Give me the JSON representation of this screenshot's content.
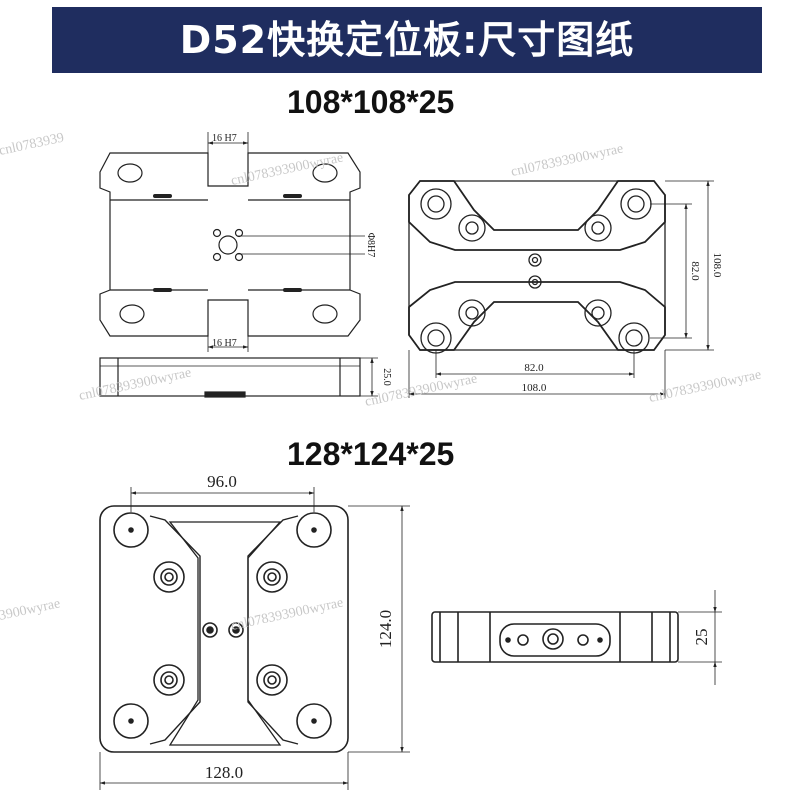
{
  "banner": {
    "title": "D52快换定位板:尺寸图纸"
  },
  "sections": [
    {
      "title": "108*108*25"
    },
    {
      "title": "128*124*25"
    }
  ],
  "drawing1": {
    "top_slot_dim": "16 H7",
    "bottom_slot_dim": "16 H7",
    "hole_dim": "Φ8H7",
    "height_dim": "25.0",
    "inner_height_dim": "82.0",
    "outer_height_dim": "108.0",
    "inner_width_dim": "82.0",
    "outer_width_dim": "108.0"
  },
  "drawing2": {
    "top_width_dim": "96.0",
    "height_dim": "124.0",
    "bottom_width_dim": "128.0",
    "thickness_dim": "25"
  },
  "watermarks": [
    "cnl0783939",
    "cnl078393900wyrae",
    "cnl078393900wyrae",
    "cnl078393900wyrae",
    "cnl078393900wyrae",
    "3900wyrae",
    "cnl078393900wyrae",
    "cnl078393900wyrae"
  ],
  "colors": {
    "banner": "#1f2d5f",
    "line": "#222222"
  }
}
